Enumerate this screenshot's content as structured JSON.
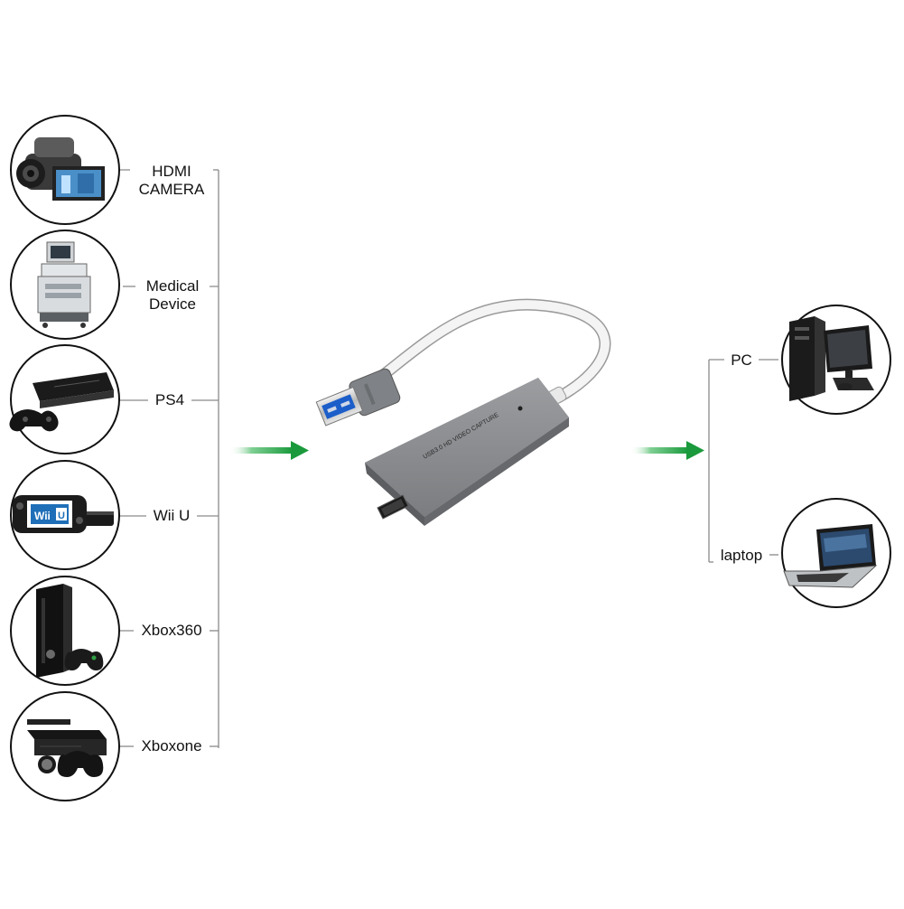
{
  "inputs": [
    {
      "label": "HDMI\nCAMERA",
      "icon": "camcorder-icon"
    },
    {
      "label": "Medical\nDevice",
      "icon": "ultrasound-machine-icon"
    },
    {
      "label": "PS4",
      "icon": "ps4-console-icon"
    },
    {
      "label": "Wii U",
      "icon": "wii-u-console-icon"
    },
    {
      "label": "Xbox360",
      "icon": "xbox360-console-icon"
    },
    {
      "label": "Xboxone",
      "icon": "xbox-one-console-icon"
    }
  ],
  "outputs": [
    {
      "label": "PC",
      "icon": "desktop-pc-icon"
    },
    {
      "label": "laptop",
      "icon": "laptop-icon"
    }
  ],
  "device": {
    "name": "usb-hdmi-capture-card",
    "body_text": "USB3.0 HD VIDEO CAPTURE"
  },
  "colors": {
    "arrow": "#1a9a3c",
    "line": "#8a8a8a",
    "device_body": "#8e9093",
    "cable": "#f4f4f4"
  }
}
